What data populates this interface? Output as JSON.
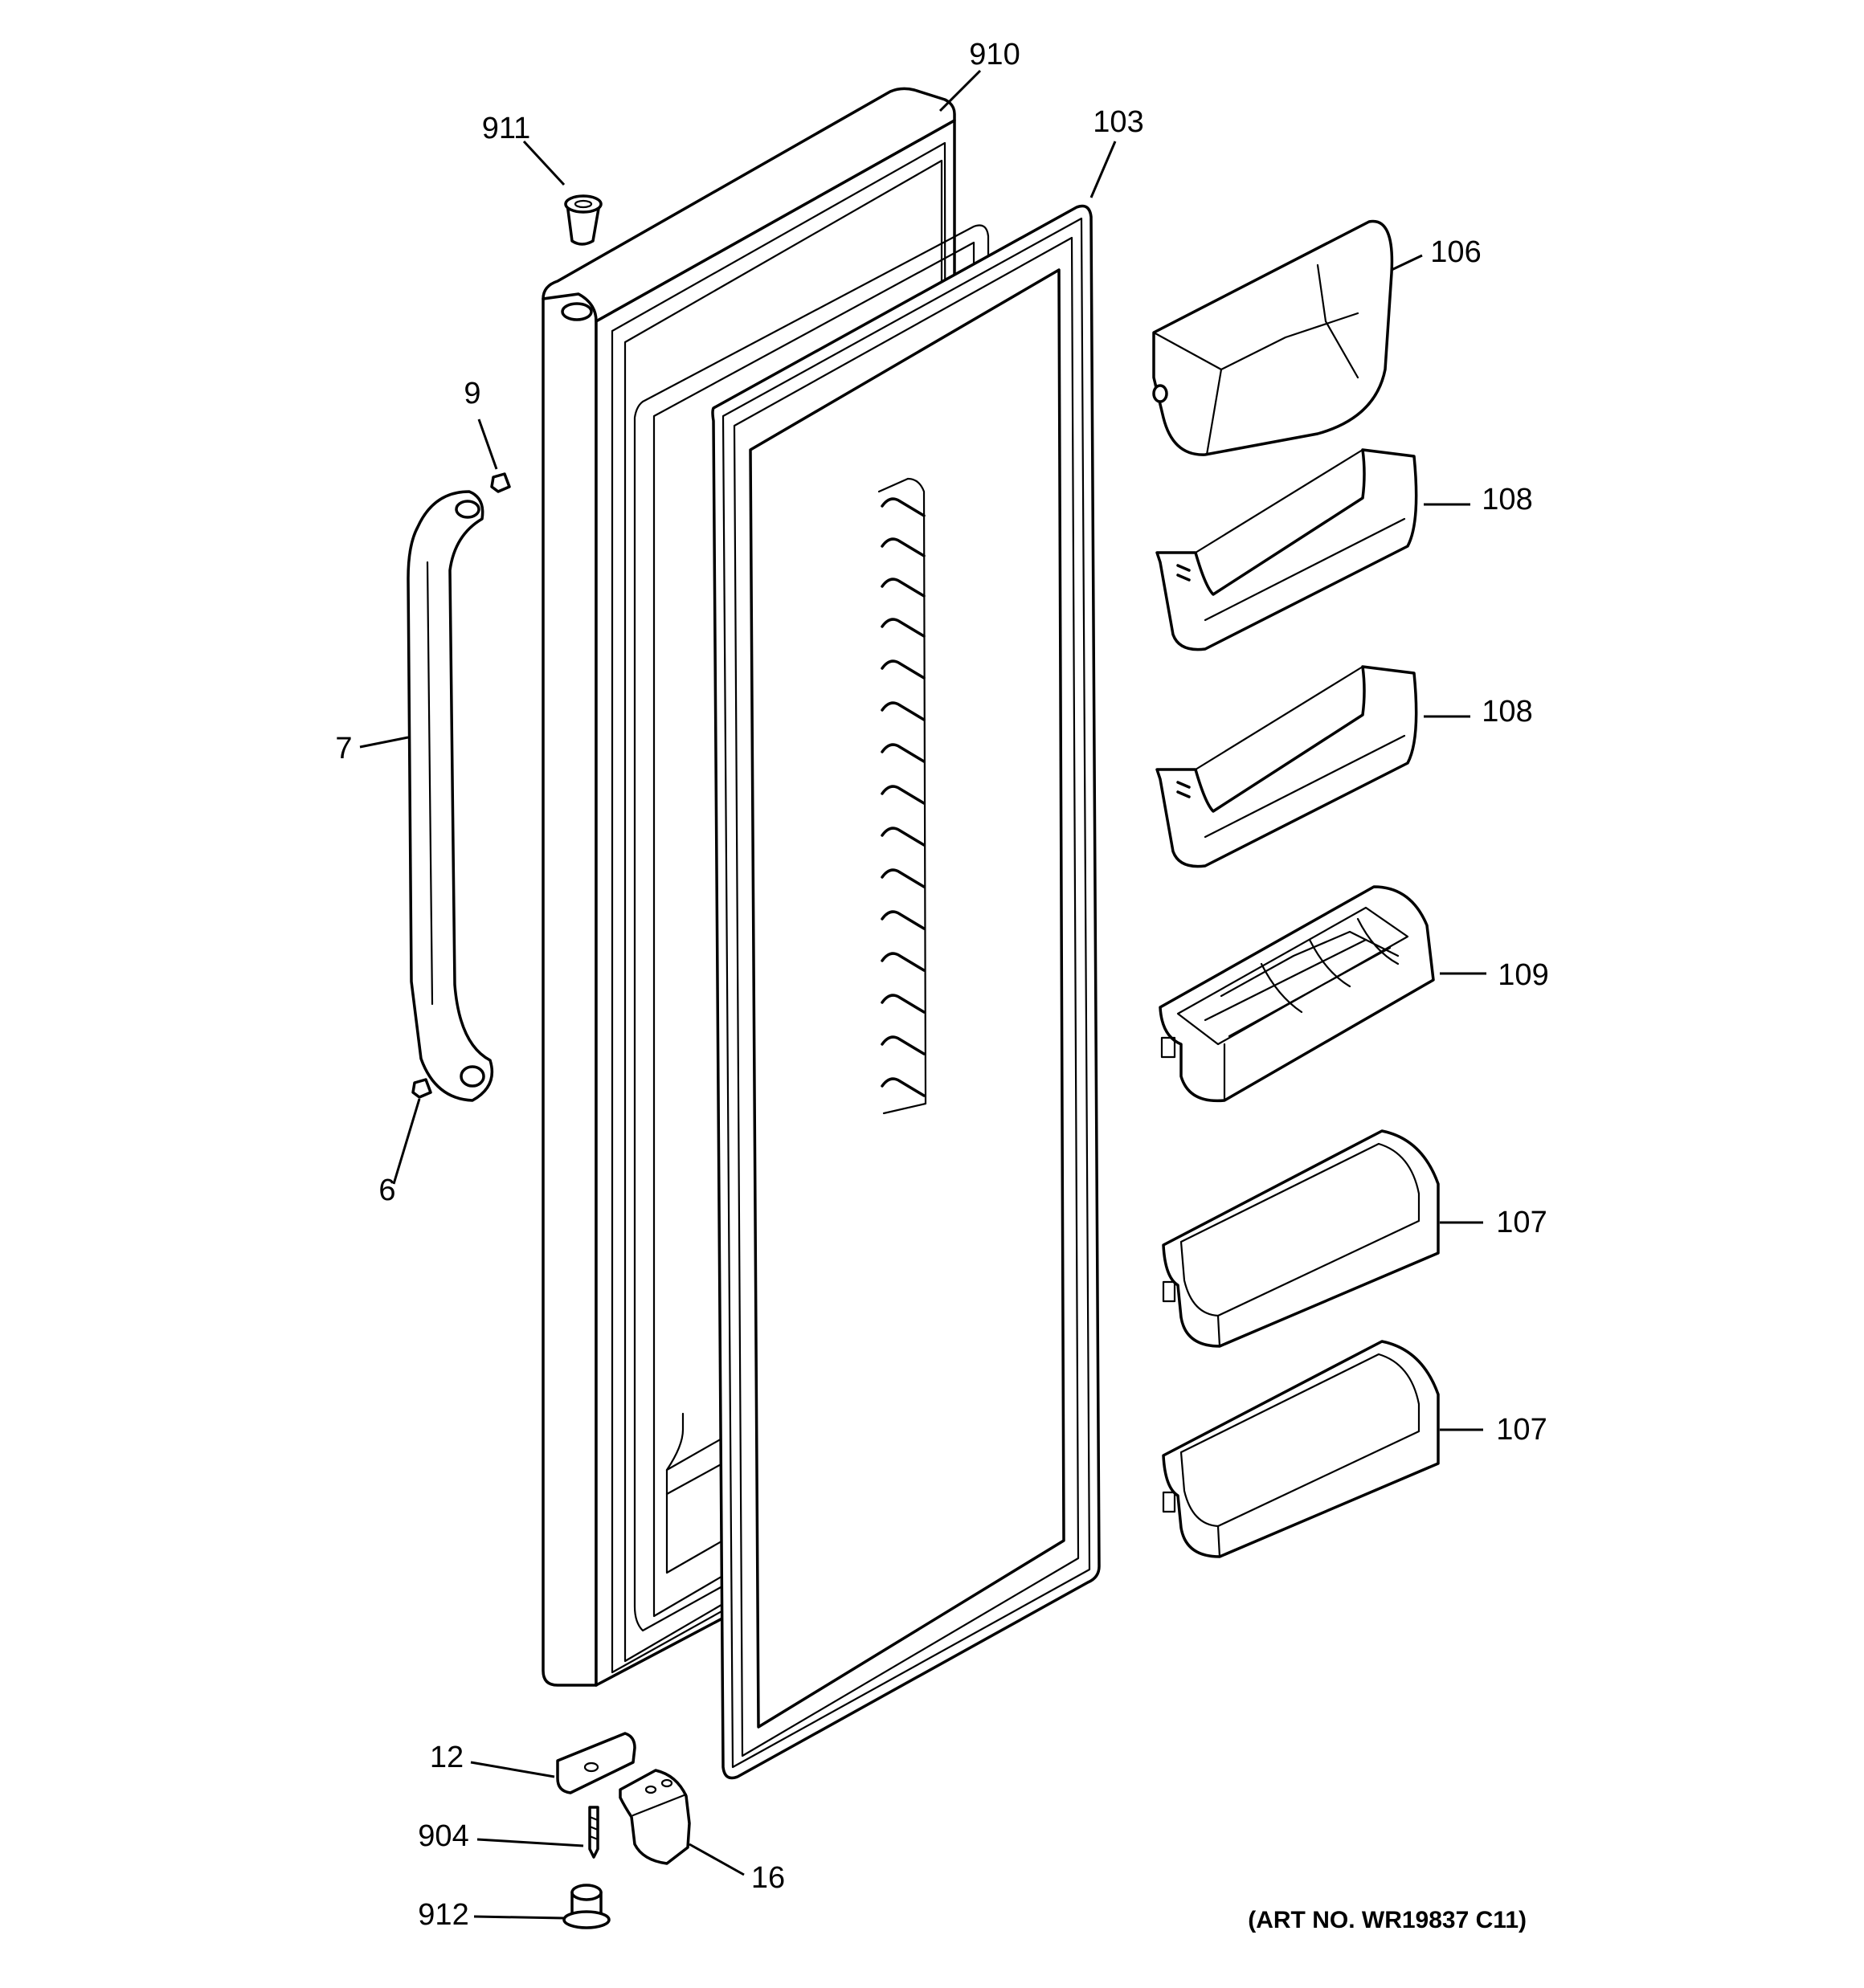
{
  "diagram": {
    "callouts": {
      "c910": "910",
      "c911": "911",
      "c103": "103",
      "c106": "106",
      "c108a": "108",
      "c108b": "108",
      "c109": "109",
      "c107a": "107",
      "c107b": "107",
      "c9": "9",
      "c7": "7",
      "c6": "6",
      "c12": "12",
      "c904": "904",
      "c16": "16",
      "c912": "912"
    },
    "art_number": "(ART NO. WR19837 C11)"
  }
}
